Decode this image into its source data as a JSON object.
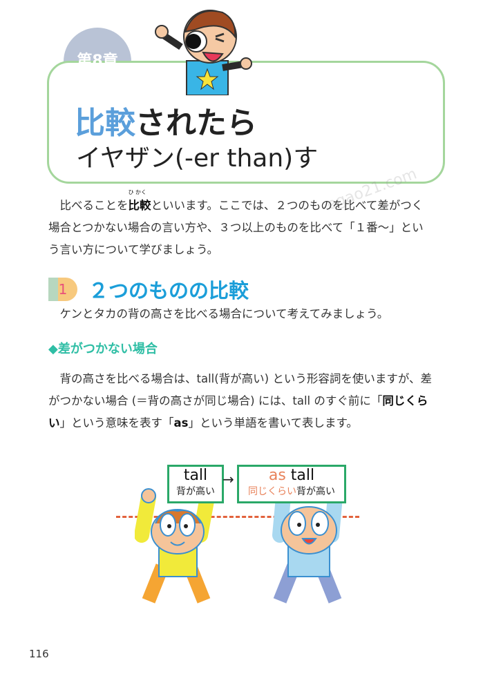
{
  "header": {
    "chapter": "第8章",
    "title_highlight": "比較",
    "title_rest": "されたら",
    "subtitle": "イヤザン(-er than)す"
  },
  "intro": {
    "line1_a": "比べることを",
    "line1_bold": "比較",
    "ruby": "ひ かく",
    "line1_b": "といいます。ここでは、２つのものを比べて差がつく",
    "line2": "場合とつかない場合の言い方や、３つ以上のものを比べて「１番～」とい",
    "line3": "う言い方について学びましょう。"
  },
  "section": {
    "number": "1",
    "title": "２つのものの比較",
    "lead": "ケンとタカの背の高さを比べる場合について考えてみましょう。"
  },
  "subsection": {
    "title": "◆差がつかない場合",
    "p1": "背の高さを比べる場合は、tall(背が高い) という形容詞を使いますが、差",
    "p2_a": "がつかない場合 (＝背の高さが同じ場合) には、tall のすぐ前に「",
    "p2_bold": "同じくら",
    "p3_bold": "い",
    "p3_a": "」という意味を表す「",
    "p3_as": "as",
    "p3_b": "」という単語を書いて表します。"
  },
  "illustration": {
    "box1_en": "tall",
    "box1_jp": "背が高い",
    "arrow": "→",
    "box2_en_accent": "as",
    "box2_en": "tall",
    "box2_jp_accent": "同じくらい",
    "box2_jp": "背が高い",
    "accent_color": "#e8825a"
  },
  "watermark": "egao21.com",
  "page_number": "116"
}
